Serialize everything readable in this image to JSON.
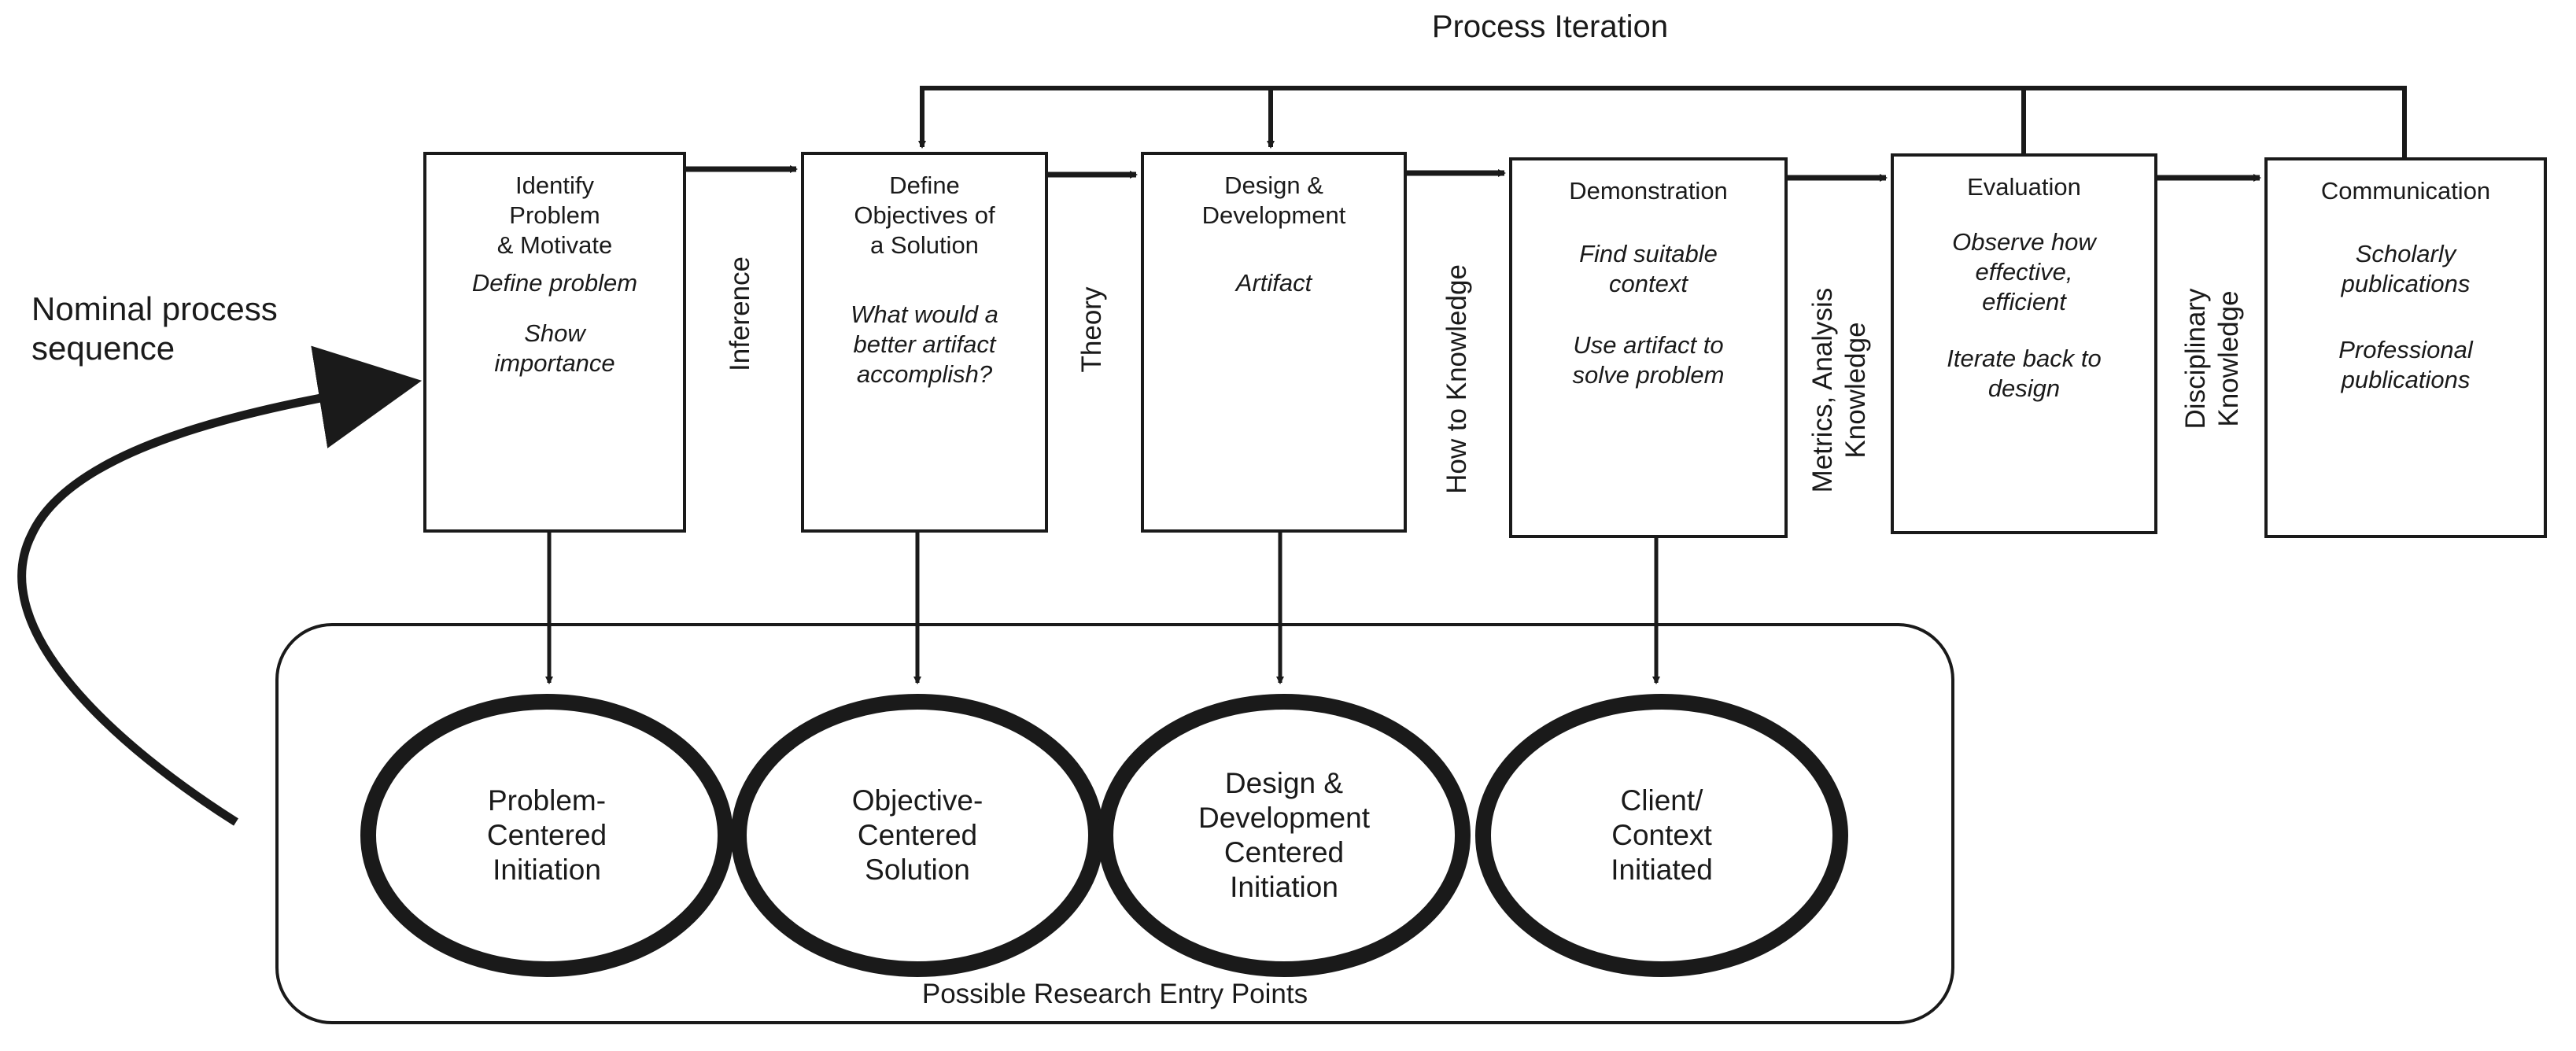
{
  "title": "Process Iteration",
  "nominal_label": [
    "Nominal process",
    "sequence"
  ],
  "boxes": [
    {
      "head": [
        "Identify",
        "Problem",
        "& Motivate"
      ],
      "sub": [
        "Define problem",
        "",
        "Show",
        "importance"
      ]
    },
    {
      "head": [
        "Define",
        "Objectives of",
        "a Solution"
      ],
      "sub": [
        "What would a",
        "better artifact",
        "accomplish?"
      ]
    },
    {
      "head": [
        "Design &",
        "Development"
      ],
      "sub": [
        "Artifact"
      ]
    },
    {
      "head": [
        "Demonstration"
      ],
      "sub": [
        "Find suitable",
        "context",
        "",
        "Use artifact to",
        "solve problem"
      ]
    },
    {
      "head": [
        "Evaluation"
      ],
      "sub": [
        "Observe how",
        "effective,",
        "efficient",
        "",
        "Iterate back to",
        "design"
      ]
    },
    {
      "head": [
        "Communication"
      ],
      "sub": [
        "Scholarly",
        "publications",
        "",
        "Professional",
        "publications"
      ]
    }
  ],
  "connectors": [
    [
      "Inference"
    ],
    [
      "Theory"
    ],
    [
      "How to Knowledge"
    ],
    [
      "Metrics, Analysis",
      "Knowledge"
    ],
    [
      "Disciplinary",
      "Knowledge"
    ]
  ],
  "entry_points": [
    [
      "Problem-",
      "Centered",
      "Initiation"
    ],
    [
      "Objective-",
      "Centered",
      "Solution"
    ],
    [
      "Design &",
      "Development",
      "Centered",
      "Initiation"
    ],
    [
      "Client/",
      "Context",
      "Initiated"
    ]
  ],
  "entry_group_label": "Possible Research Entry Points"
}
